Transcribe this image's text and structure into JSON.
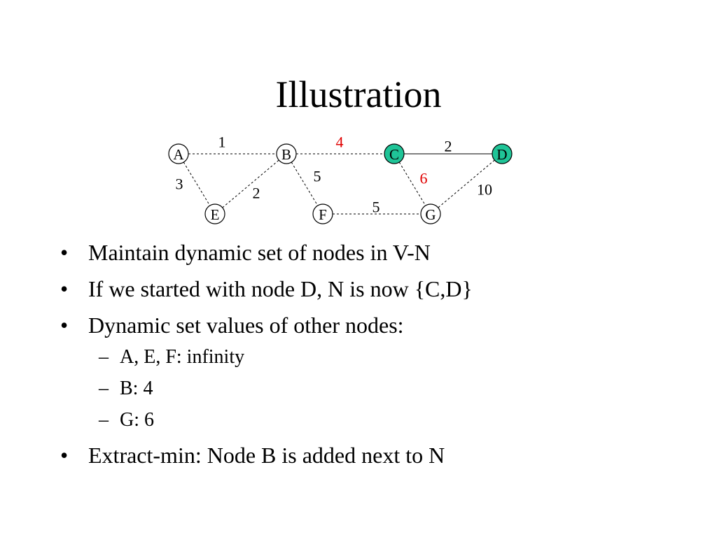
{
  "slide": {
    "title": "Illustration"
  },
  "graph": {
    "nodes": [
      {
        "id": "A",
        "label": "A",
        "in_set": false
      },
      {
        "id": "B",
        "label": "B",
        "in_set": false
      },
      {
        "id": "C",
        "label": "C",
        "in_set": true
      },
      {
        "id": "D",
        "label": "D",
        "in_set": true
      },
      {
        "id": "E",
        "label": "E",
        "in_set": false
      },
      {
        "id": "F",
        "label": "F",
        "in_set": false
      },
      {
        "id": "G",
        "label": "G",
        "in_set": false
      }
    ],
    "edges": [
      {
        "from": "A",
        "to": "B",
        "weight": "1",
        "style": "dashed",
        "highlight": false
      },
      {
        "from": "B",
        "to": "C",
        "weight": "4",
        "style": "dashed",
        "highlight": true
      },
      {
        "from": "C",
        "to": "D",
        "weight": "2",
        "style": "solid",
        "highlight": false
      },
      {
        "from": "A",
        "to": "E",
        "weight": "3",
        "style": "dashed",
        "highlight": false
      },
      {
        "from": "E",
        "to": "B",
        "weight": "2",
        "style": "dashed",
        "highlight": false
      },
      {
        "from": "B",
        "to": "F",
        "weight": "5",
        "style": "dashed",
        "highlight": false
      },
      {
        "from": "C",
        "to": "G",
        "weight": "6",
        "style": "dashed",
        "highlight": true
      },
      {
        "from": "F",
        "to": "G",
        "weight": "5",
        "style": "dashed",
        "highlight": false
      },
      {
        "from": "D",
        "to": "G",
        "weight": "10",
        "style": "dashed",
        "highlight": false
      }
    ],
    "colors": {
      "in_set_fill": "#1fc497",
      "node_fill": "#ffffff",
      "highlight_weight": "#e00000",
      "normal_weight": "#000000"
    }
  },
  "content": {
    "bullets": [
      {
        "mark": "•",
        "text": "Maintain dynamic set of nodes in V-N"
      },
      {
        "mark": "•",
        "text": "If we started with node D, N is now {C,D}"
      },
      {
        "mark": "•",
        "text": "Dynamic set values of other nodes:",
        "sub": [
          {
            "mark": "–",
            "text": "A, E, F: infinity"
          },
          {
            "mark": "–",
            "text": "B: 4"
          },
          {
            "mark": "–",
            "text": "G: 6"
          }
        ]
      },
      {
        "mark": "•",
        "text": "Extract-min: Node B is added next to N"
      }
    ]
  }
}
